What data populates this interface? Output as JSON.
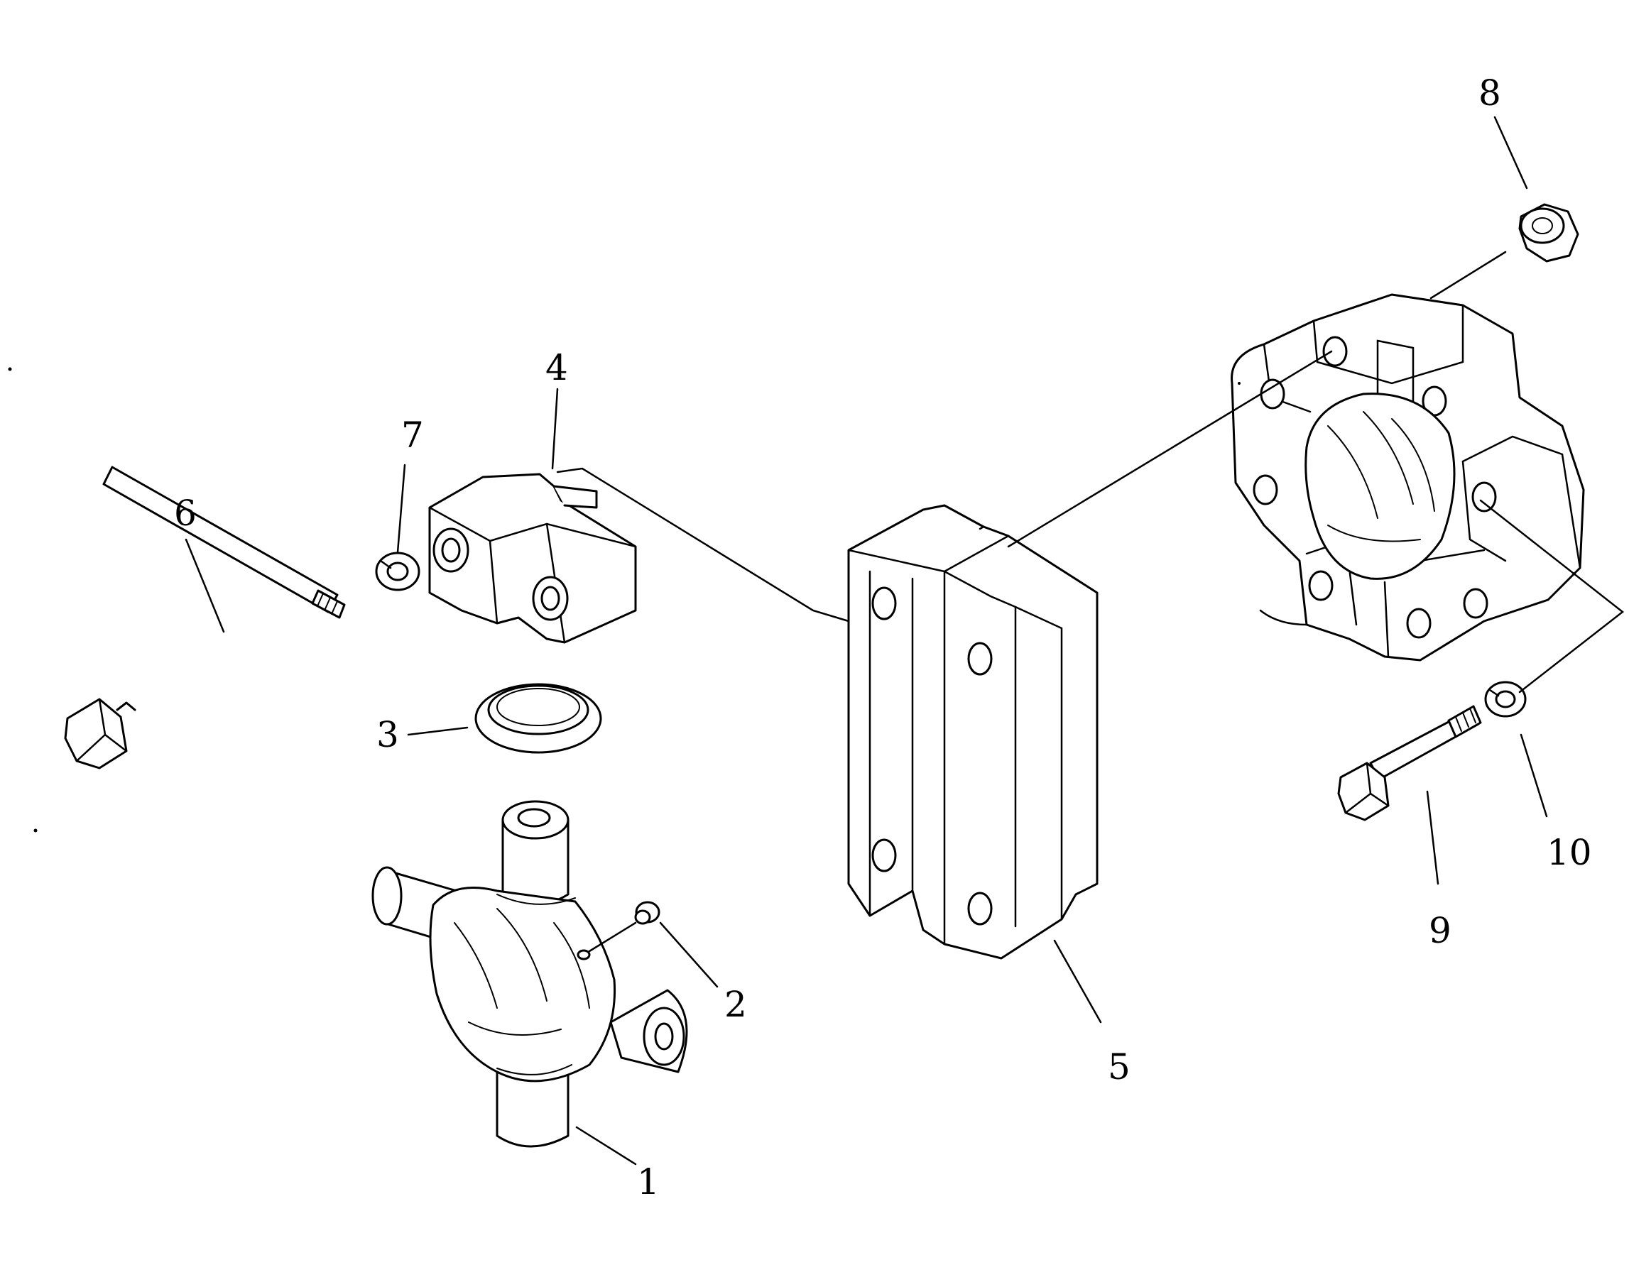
{
  "callouts": [
    {
      "id": "1",
      "label": "1",
      "part": "universal-joint-spider"
    },
    {
      "id": "2",
      "label": "2",
      "part": "grease-fitting"
    },
    {
      "id": "3",
      "label": "3",
      "part": "seal-ring"
    },
    {
      "id": "4",
      "label": "4",
      "part": "bearing-cap"
    },
    {
      "id": "5",
      "label": "5",
      "part": "yoke"
    },
    {
      "id": "6",
      "label": "6",
      "part": "long-bolt"
    },
    {
      "id": "7",
      "label": "7",
      "part": "lock-washer-left"
    },
    {
      "id": "8",
      "label": "8",
      "part": "nut"
    },
    {
      "id": "9",
      "label": "9",
      "part": "short-bolt"
    },
    {
      "id": "10",
      "label": "10",
      "part": "lock-washer-right"
    }
  ],
  "colors": {
    "line": "#000000",
    "background": "#ffffff"
  }
}
